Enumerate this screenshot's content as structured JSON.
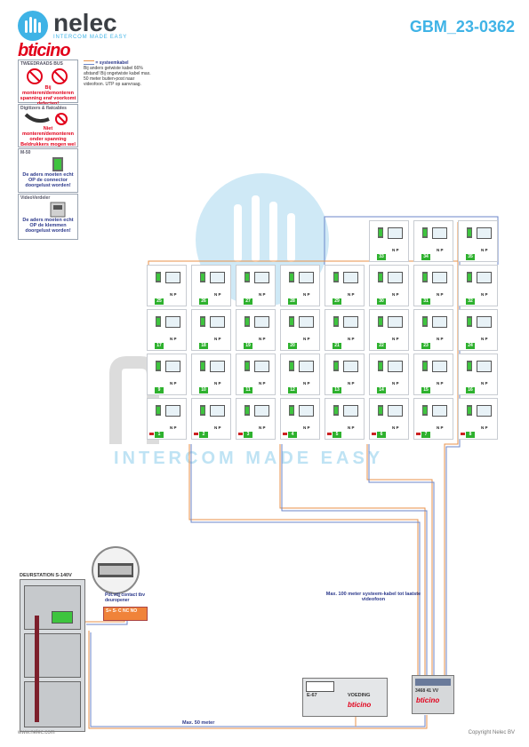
{
  "header": {
    "brand_name": "nelec",
    "brand_tagline": "INTERCOM MADE EASY",
    "partner_logo": "bticino",
    "doc_id": "GBM_23-0362"
  },
  "notes": [
    {
      "title": "TWEEDRAADS BUS",
      "text": "Bij monteren/demonteren spanning eraf voorkomt defecten!"
    },
    {
      "title": "Digitizers & flatcables",
      "text": "Niet monteren/demonteren onder spanning Beldrukkers mogen wel"
    },
    {
      "title": "M-50",
      "text": "De aders moeten echt OP de connector doorgelust worden!"
    },
    {
      "title": "VideoVerdeler",
      "text": "De aders moeten echt OP de klemmen doorgelust worden!"
    }
  ],
  "system_cable": {
    "label": "= systeemkabel",
    "text": "Bij anders getwiste kabel 66% afstand! Bij ongetwiste kabel max. 50 meter buiten-post naar videofoon. UTP op aanvraag."
  },
  "grid": {
    "np_label": "N   P",
    "numbers": [
      [
        "",
        "",
        "",
        "",
        "",
        "33",
        "34",
        "35"
      ],
      [
        "25",
        "26",
        "27",
        "28",
        "29",
        "30",
        "31",
        "32"
      ],
      [
        "17",
        "18",
        "19",
        "20",
        "21",
        "22",
        "23",
        "24"
      ],
      [
        "9",
        "10",
        "11",
        "12",
        "13",
        "14",
        "15",
        "16"
      ],
      [
        "1",
        "2",
        "3",
        "4",
        "5",
        "6",
        "7",
        "8"
      ]
    ]
  },
  "watermark": "INTERCOM MADE EASY",
  "door_station": {
    "title": "DEURSTATION S-140V",
    "pot_free": "Pot.vrij contact tbv deuropener",
    "terminals": "S+  S-  C  NC  NO"
  },
  "power": {
    "model": "E-67",
    "label": "VOEDING",
    "logo": "bticino"
  },
  "distributor": {
    "code": "3468 41  VV",
    "logo": "bticino"
  },
  "annotations": {
    "max100": "Max. 100 meter systeem-kabel tot laatste videofoon",
    "max50": "Max. 50 meter"
  },
  "footer": {
    "left": "www.nelec.com",
    "right": "Copyright Nelec BV"
  },
  "colors": {
    "accent": "#3fb3e6",
    "bticino_red": "#e2001a",
    "wire_orange": "#e8924a",
    "wire_blue": "#6b86c9"
  }
}
